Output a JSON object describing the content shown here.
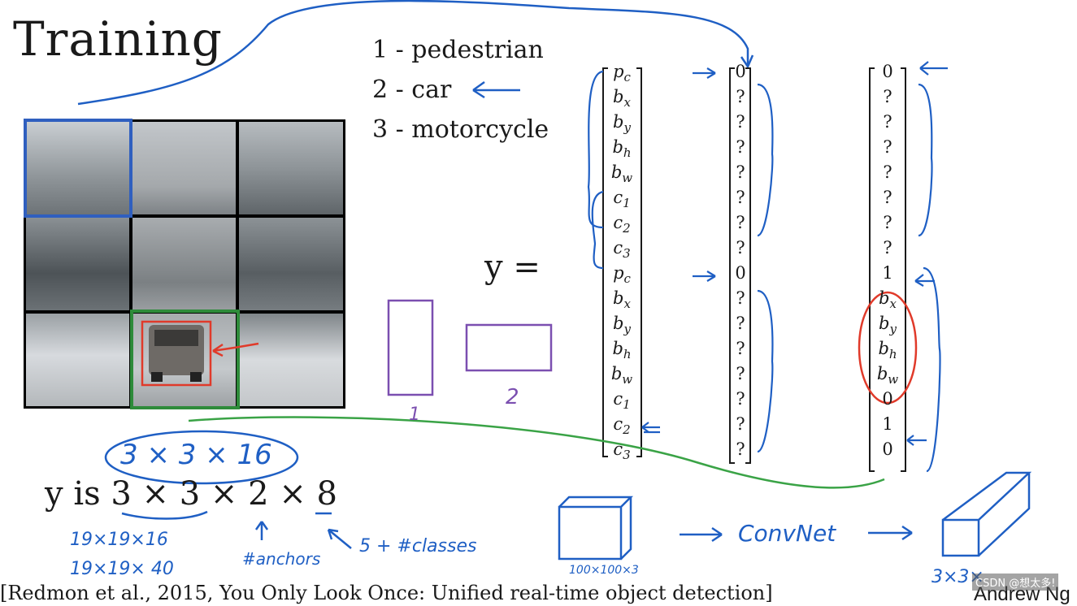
{
  "title": "Training",
  "classes": [
    "1 - pedestrian",
    "2 - car",
    "3 - motorcycle"
  ],
  "y_equals": "y =",
  "vectors": {
    "labels": [
      "p_c",
      "b_x",
      "b_y",
      "b_h",
      "b_w",
      "c_1",
      "c_2",
      "c_3",
      "p_c",
      "b_x",
      "b_y",
      "b_h",
      "b_w",
      "c_1",
      "c_2",
      "c_3"
    ],
    "cell_one": [
      "0",
      "?",
      "?",
      "?",
      "?",
      "?",
      "?",
      "?",
      "0",
      "?",
      "?",
      "?",
      "?",
      "?",
      "?",
      "?"
    ],
    "cell_car": [
      "0",
      "?",
      "?",
      "?",
      "?",
      "?",
      "?",
      "?",
      "1",
      "b_x",
      "b_y",
      "b_h",
      "b_w",
      "0",
      "1",
      "0"
    ]
  },
  "y_shape": {
    "prefix": "y  is ",
    "expr": "3 × 3 × 2 × 8"
  },
  "handwritten": {
    "shape_total": "3 × 3 × 16",
    "alt_shape_1": "19×19×16",
    "alt_shape_2": "19×19× 40",
    "anchors_note": "#anchors",
    "classes_note": "5 + #classes",
    "anchor_label_1": "1",
    "anchor_label_2": "2",
    "input_size": "100×100×3",
    "convnet": "ConvNet",
    "output_size": "3×3×"
  },
  "citation": "[Redmon et al., 2015, You Only Look Once: Unified real-time object detection]",
  "author": "Andrew Ng",
  "watermark": "CSDN @想太多!",
  "colors": {
    "annotation_blue": "#1f5fc4",
    "grid_blue": "#2f5fbf",
    "grid_green": "#2e8b3a",
    "car_red": "#e03a2a",
    "anchor_purple": "#7b4fb0",
    "arrow_green": "#3aa346"
  }
}
